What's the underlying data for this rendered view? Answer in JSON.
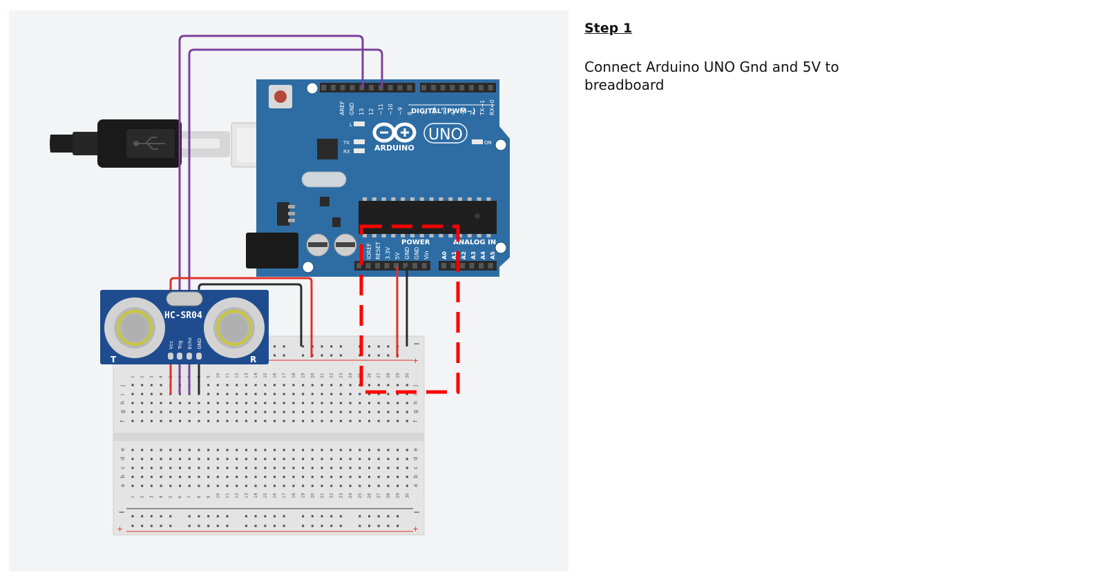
{
  "step": {
    "title": "Step 1",
    "description": "Connect Arduino UNO Gnd and 5V to breadboard"
  },
  "arduino": {
    "brand": "ARDUINO",
    "model": "UNO",
    "on_label": "ON",
    "l_label": "L",
    "tx_label": "TX",
    "rx_label": "RX",
    "digital_header_label": "DIGITAL (PWM~)",
    "power_label": "POWER",
    "analog_label": "ANALOG IN",
    "top_pins": [
      "AREF",
      "GND",
      "13",
      "12",
      "~11",
      "~10",
      "~9",
      "8",
      "7",
      "~6",
      "~5",
      "4",
      "~3",
      "2",
      "TX→1",
      "RX←0"
    ],
    "power_pins": [
      "IOREF",
      "RESET",
      "3.3V",
      "5V",
      "GND",
      "GND",
      "Vin"
    ],
    "analog_pins": [
      "A0",
      "A1",
      "A2",
      "A3",
      "A4",
      "A5"
    ]
  },
  "sensor": {
    "model": "HC-SR04",
    "pins": [
      "Vcc",
      "Trig",
      "Echo",
      "GND"
    ],
    "t_label": "T",
    "r_label": "R"
  },
  "breadboard": {
    "minus_label": "−",
    "plus_label": "+",
    "rows_top": [
      "j",
      "i",
      "h",
      "g",
      "f"
    ],
    "rows_bottom": [
      "e",
      "d",
      "c",
      "b",
      "a"
    ]
  },
  "colors": {
    "purple_wire": "#7b3f9e",
    "red_wire": "#e0302a",
    "black_wire": "#2b2b2b",
    "highlight": "#ff0000",
    "board_blue": "#2e6da4"
  }
}
